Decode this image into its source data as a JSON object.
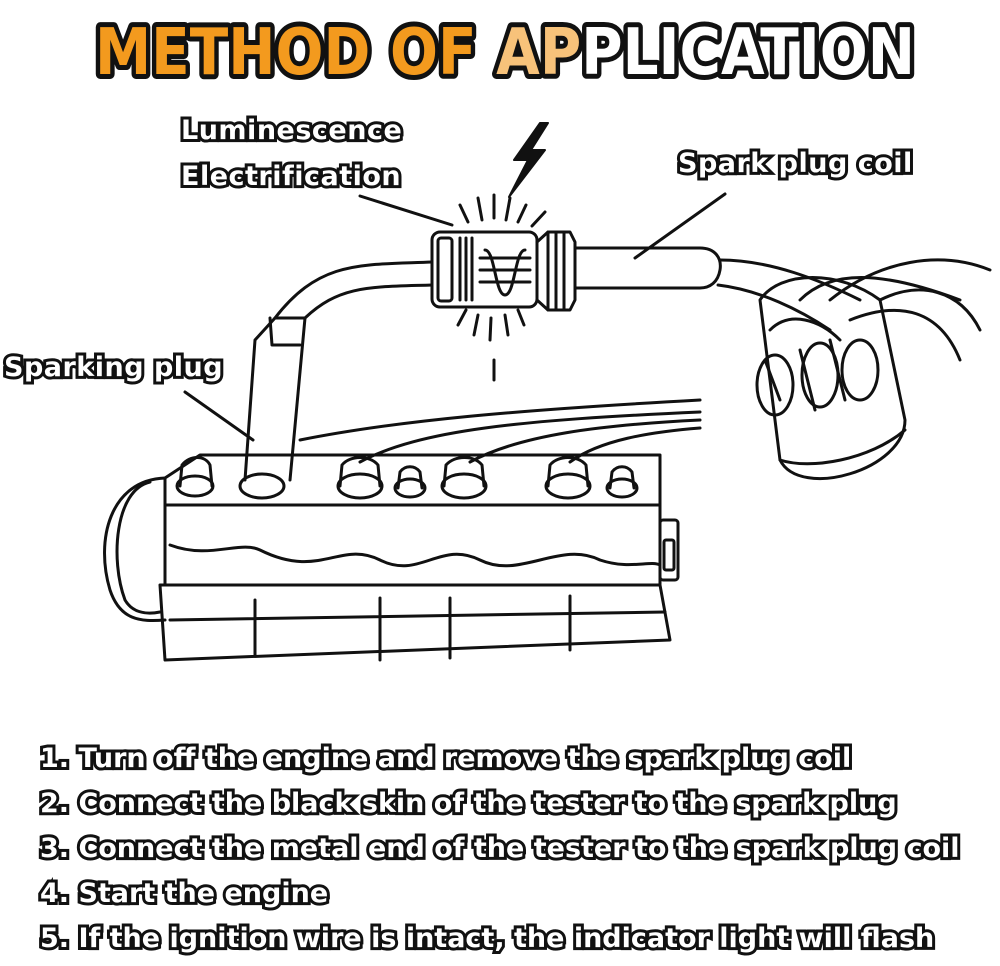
{
  "title": {
    "parts": [
      {
        "text": "METHOD OF ",
        "color": "#f39a1e"
      },
      {
        "text": "AP",
        "color": "#f7c27a"
      },
      {
        "text": "PLICATION",
        "color": "#ffffff"
      }
    ]
  },
  "labels": {
    "luminescence": "Luminescence",
    "electrification": "Electrification",
    "spark_plug_coil": "Spark plug coil",
    "sparking_plug": "Sparking plug"
  },
  "steps": [
    "1. Turn off the engine and remove the spark plug coil",
    "2. Connect the black skin of the tester to the spark plug",
    "3. Connect the metal end of the tester to the spark plug coil",
    "4. Start the engine",
    "5. If the ignition wire is intact, the indicator light will flash"
  ],
  "icons": [
    "lightning-bolt-icon"
  ],
  "colors": {
    "outline": "#111111",
    "title_orange": "#f39a1e",
    "title_light": "#f7c27a"
  }
}
